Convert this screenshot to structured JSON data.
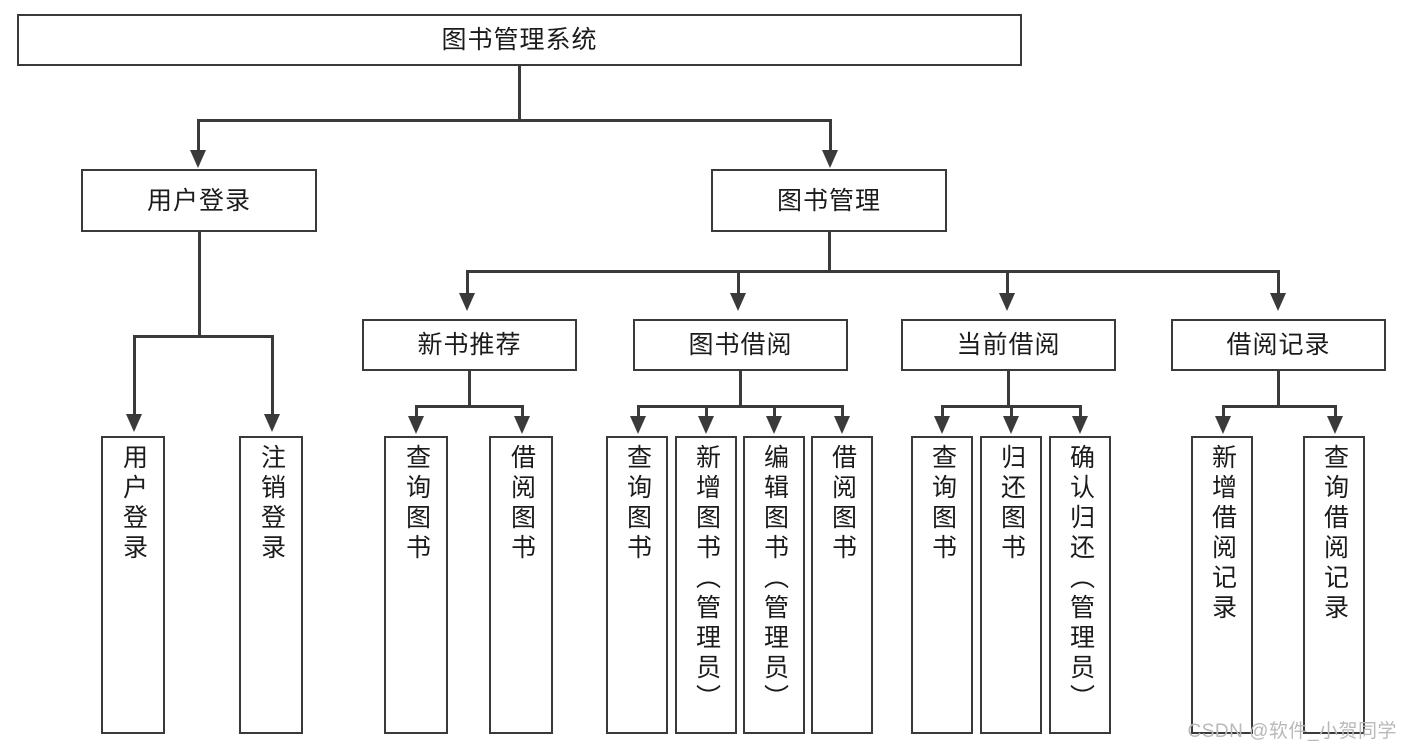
{
  "diagram": {
    "type": "tree-hierarchy",
    "title": "图书管理系统",
    "root": {
      "id": "root",
      "label": "图书管理系统"
    },
    "level2": [
      {
        "id": "user-login",
        "label": "用户登录"
      },
      {
        "id": "book-management",
        "label": "图书管理"
      }
    ],
    "level3": [
      {
        "id": "new-book-recommend",
        "label": "新书推荐",
        "parent": "book-management"
      },
      {
        "id": "book-borrow",
        "label": "图书借阅",
        "parent": "book-management"
      },
      {
        "id": "current-borrow",
        "label": "当前借阅",
        "parent": "book-management"
      },
      {
        "id": "borrow-record",
        "label": "借阅记录",
        "parent": "book-management"
      }
    ],
    "leaves": [
      {
        "id": "leaf-user-login",
        "label": "用户登录",
        "parent": "user-login"
      },
      {
        "id": "leaf-logout",
        "label": "注销登录",
        "parent": "user-login"
      },
      {
        "id": "leaf-query-book-1",
        "label": "查询图书",
        "parent": "new-book-recommend"
      },
      {
        "id": "leaf-borrow-book-1",
        "label": "借阅图书",
        "parent": "new-book-recommend"
      },
      {
        "id": "leaf-query-book-2",
        "label": "查询图书",
        "parent": "book-borrow"
      },
      {
        "id": "leaf-add-book",
        "label": "新增图书（管理员）",
        "parent": "book-borrow"
      },
      {
        "id": "leaf-edit-book",
        "label": "编辑图书（管理员）",
        "parent": "book-borrow"
      },
      {
        "id": "leaf-borrow-book-2",
        "label": "借阅图书",
        "parent": "book-borrow"
      },
      {
        "id": "leaf-query-book-3",
        "label": "查询图书",
        "parent": "current-borrow"
      },
      {
        "id": "leaf-return-book",
        "label": "归还图书",
        "parent": "current-borrow"
      },
      {
        "id": "leaf-confirm-return",
        "label": "确认归还（管理员）",
        "parent": "current-borrow"
      },
      {
        "id": "leaf-add-record",
        "label": "新增借阅记录",
        "parent": "borrow-record"
      },
      {
        "id": "leaf-query-record",
        "label": "查询借阅记录",
        "parent": "borrow-record"
      }
    ]
  },
  "watermark": {
    "text": "CSDN @软件_小贺同学"
  },
  "colors": {
    "stroke": "#3a3a3a",
    "text": "#1b1b1b",
    "background": "#ffffff",
    "watermark": "#b9b9b9"
  }
}
